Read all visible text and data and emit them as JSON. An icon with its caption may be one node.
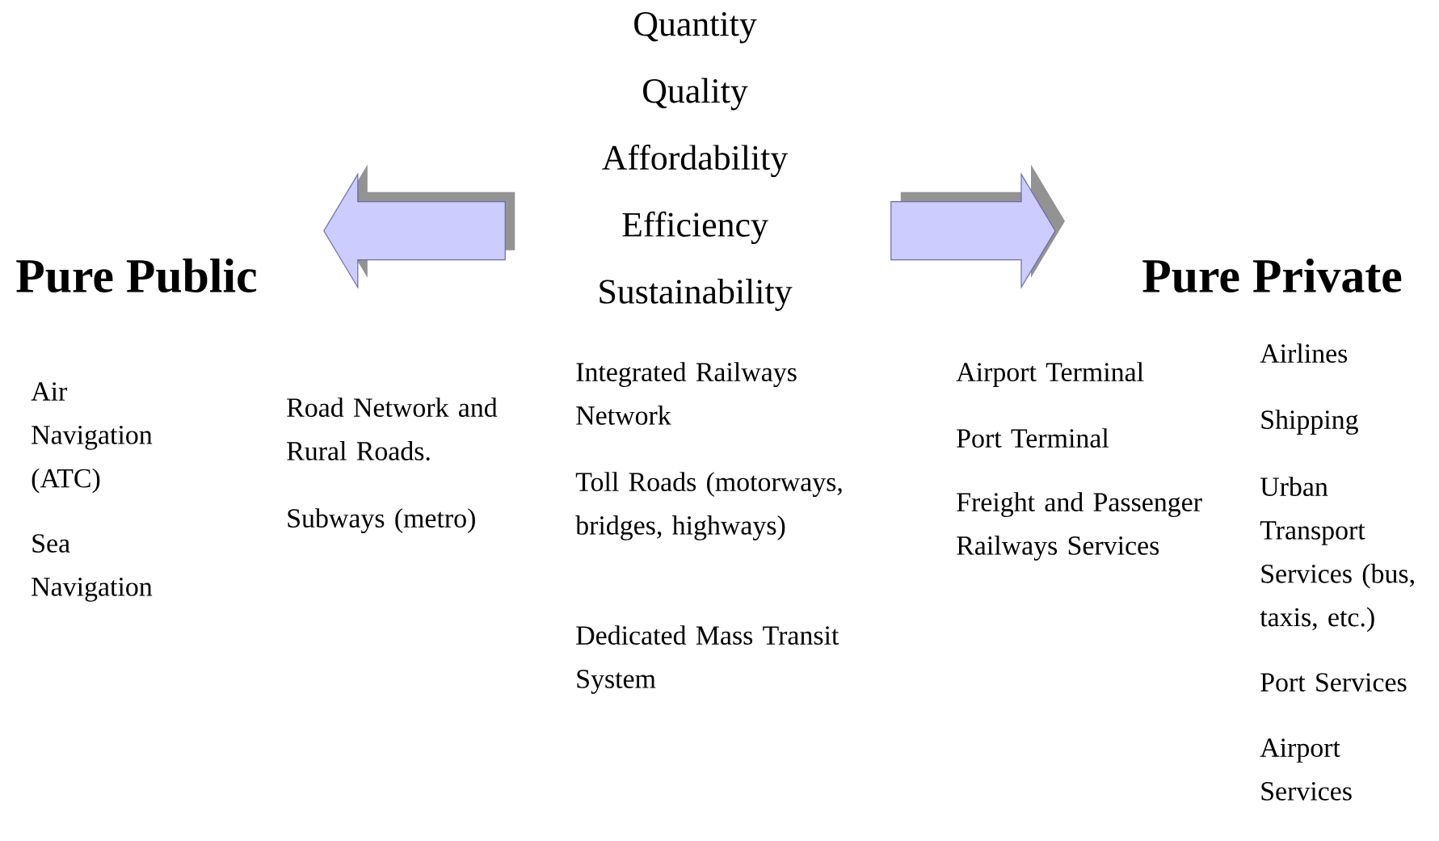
{
  "diagram": {
    "nodes": [
      {
        "text": [
          "Quantity",
          "Quality",
          "Affordability",
          "Efficiency",
          "Sustainability"
        ]
      },
      {
        "text": [
          "Pure Public"
        ]
      },
      {
        "text": [
          "Pure Private"
        ]
      }
    ],
    "edges": [
      {
        "from": 0,
        "to": 1,
        "arrow": "to",
        "style": "thick"
      },
      {
        "from": 0,
        "to": 2,
        "arrow": "to",
        "style": "thick"
      }
    ],
    "labels": [
      "Air Navigation (ATC)",
      "Sea Navigation",
      "Road Network and Rural Roads.",
      "Subways (metro)",
      "Integrated Railways Network",
      "Toll Roads (motorways, bridges, highways)",
      "Dedicated Mass Transit System",
      "Airport Terminal",
      "Port Terminal",
      "Freight and Passenger Railways Services",
      "Airlines",
      "Shipping",
      "Urban Transport Services (bus, taxis, etc.)",
      "Port Services",
      "Airport Services"
    ]
  }
}
